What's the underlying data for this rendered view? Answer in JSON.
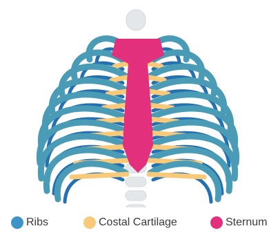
{
  "colors": {
    "ribs_outer": "#4a9cb6",
    "ribs_inner": "#2470b0",
    "cartilage": "#f8c979",
    "sternum": "#e2307c",
    "spine": "#e4e7ea",
    "background": "#ffffff",
    "label_text": "#3a3a3a"
  },
  "legend": [
    {
      "label": "Ribs",
      "color": "#3f93c8"
    },
    {
      "label": "Costal Cartilage",
      "color": "#f8c979"
    },
    {
      "label": "Sternum",
      "color": "#e2307c"
    }
  ]
}
